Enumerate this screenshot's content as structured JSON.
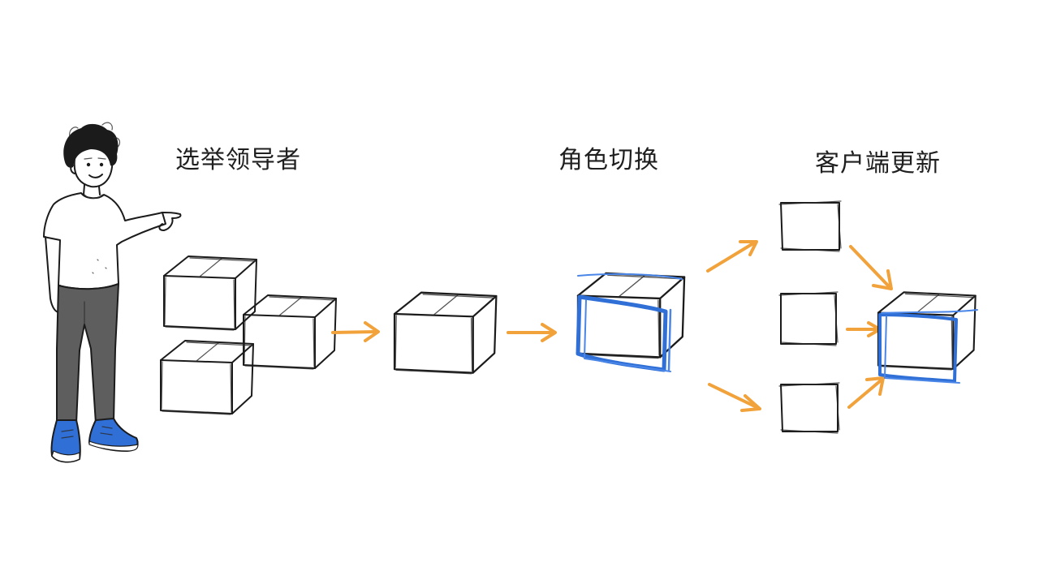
{
  "stages": [
    {
      "label": "选举领导者"
    },
    {
      "label": "角色切换"
    },
    {
      "label": "客户端更新"
    }
  ],
  "colors": {
    "ink": "#1b1b1b",
    "arrow": "#f2a23a",
    "highlight": "#2f6fd6",
    "pants": "#5e5e5e",
    "shoes": "#2f6fd6"
  },
  "icons": {
    "person": "person-pointing-illustration",
    "box": "cube-box-icon",
    "square": "square-node-icon",
    "arrow": "arrow-right-icon"
  }
}
